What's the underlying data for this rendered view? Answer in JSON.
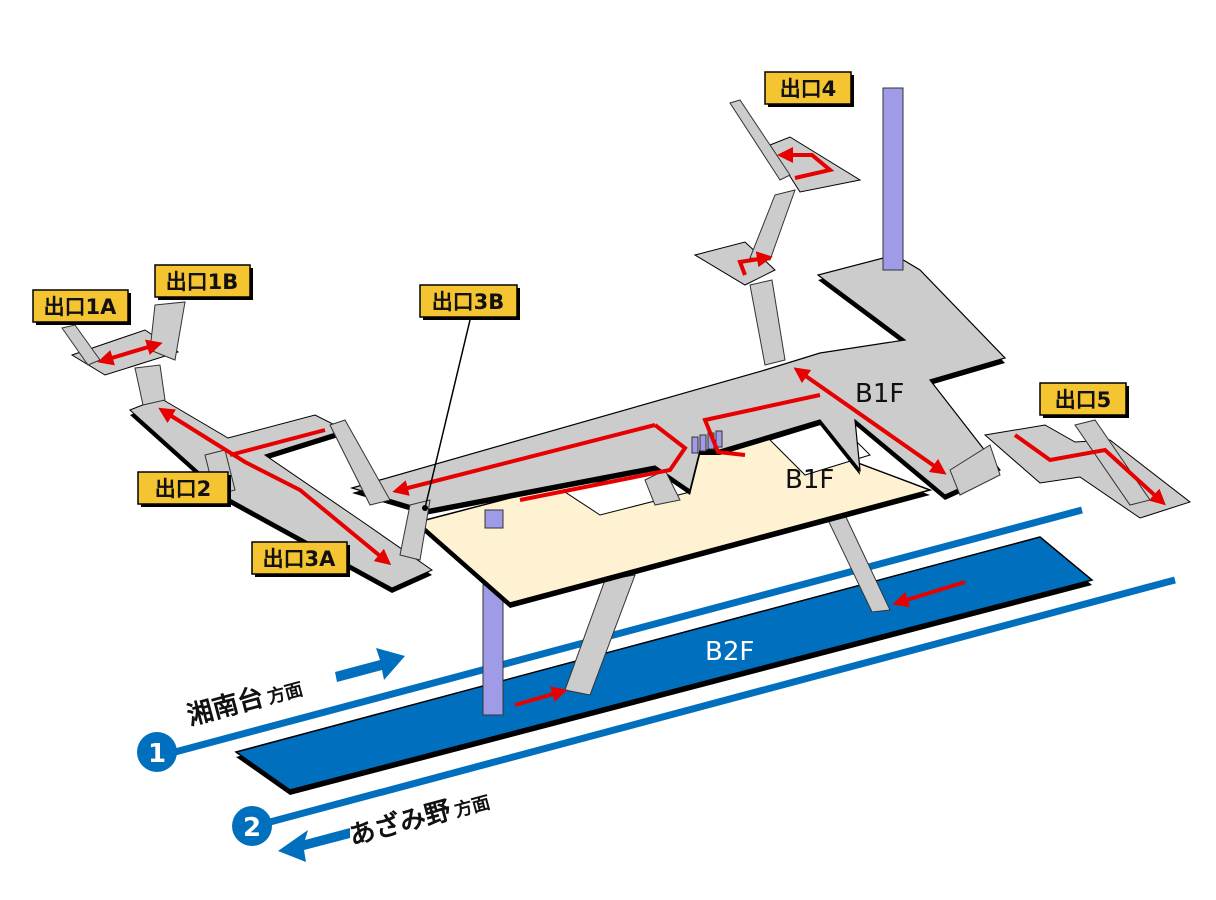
{
  "exits": {
    "exit_1a": "出口1A",
    "exit_1b": "出口1B",
    "exit_2": "出口2",
    "exit_3a": "出口3A",
    "exit_3b": "出口3B",
    "exit_4": "出口4",
    "exit_5": "出口5"
  },
  "floors": {
    "b1f_upper": "B1F",
    "b1f_lower": "B1F",
    "b2f": "B2F"
  },
  "tracks": {
    "track_1": {
      "number": "1",
      "direction": "湘南台",
      "suffix": "方面"
    },
    "track_2": {
      "number": "2",
      "direction": "あざみ野",
      "suffix": "方面"
    }
  },
  "colors": {
    "label_bg": "#F5C431",
    "concourse": "#CCCCCC",
    "b1f_floor": "#FFF2D2",
    "platform": "#0070BE",
    "route": "#E60000",
    "pillar": "#A09BE6"
  }
}
